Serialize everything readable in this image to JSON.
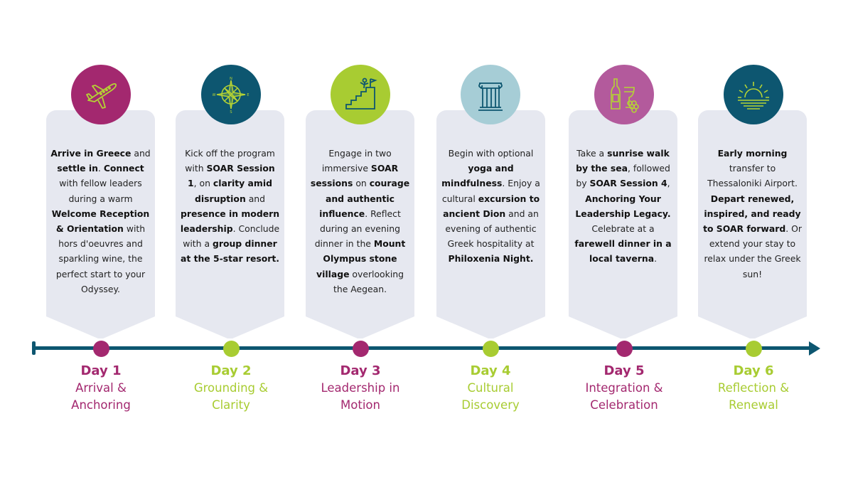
{
  "colors": {
    "magenta": "#a3286f",
    "lime": "#a8cc32",
    "teal": "#0d5670",
    "lightblue": "#a6cdd6",
    "mauve": "#b35a9c",
    "card": "#e6e8f0"
  },
  "days": [
    {
      "label": "Day 1",
      "sub1": "Arrival &",
      "sub2": "Anchoring",
      "icon": "airplane-icon",
      "text": [
        {
          "t": "Arrive in Greece",
          "b": true
        },
        {
          "t": " and ",
          "b": false
        },
        {
          "t": "settle in",
          "b": true
        },
        {
          "t": ". ",
          "b": false
        },
        {
          "t": "Connect",
          "b": true
        },
        {
          "t": " with fellow leaders during a warm ",
          "b": false
        },
        {
          "t": "Welcome Reception & Orientation",
          "b": true
        },
        {
          "t": " with hors d'oeuvres and sparkling wine, the perfect start to your Odyssey.",
          "b": false
        }
      ]
    },
    {
      "label": "Day 2",
      "sub1": "Grounding &",
      "sub2": "Clarity",
      "icon": "compass-icon",
      "compass": [
        "N",
        "E",
        "S",
        "W"
      ],
      "text": [
        {
          "t": "Kick off the program with ",
          "b": false
        },
        {
          "t": "SOAR Session 1",
          "b": true
        },
        {
          "t": ", on ",
          "b": false
        },
        {
          "t": "clarity amid disruption",
          "b": true
        },
        {
          "t": " and ",
          "b": false
        },
        {
          "t": "presence in modern leadership",
          "b": true
        },
        {
          "t": ". Conclude with a ",
          "b": false
        },
        {
          "t": "group dinner at the 5-star resort.",
          "b": true
        }
      ]
    },
    {
      "label": "Day 3",
      "sub1": "Leadership in",
      "sub2": "Motion",
      "icon": "stairs-flag-icon",
      "text": [
        {
          "t": "Engage in two immersive ",
          "b": false
        },
        {
          "t": "SOAR sessions",
          "b": true
        },
        {
          "t": " on ",
          "b": false
        },
        {
          "t": "courage and authentic influence",
          "b": true
        },
        {
          "t": ". Reflect during an evening dinner in the ",
          "b": false
        },
        {
          "t": "Mount Olympus stone village",
          "b": true
        },
        {
          "t": " overlooking the Aegean.",
          "b": false
        }
      ]
    },
    {
      "label": "Day 4",
      "sub1": "Cultural",
      "sub2": "Discovery",
      "icon": "greek-column-icon",
      "text": [
        {
          "t": "Begin with optional ",
          "b": false
        },
        {
          "t": "yoga and mindfulness",
          "b": true
        },
        {
          "t": ". Enjoy a cultural ",
          "b": false
        },
        {
          "t": "excursion to ancient Dion",
          "b": true
        },
        {
          "t": " and an evening of authentic Greek hospitality at ",
          "b": false
        },
        {
          "t": "Philoxenia Night.",
          "b": true
        }
      ]
    },
    {
      "label": "Day 5",
      "sub1": "Integration &",
      "sub2": "Celebration",
      "icon": "wine-grapes-icon",
      "text": [
        {
          "t": "Take a ",
          "b": false
        },
        {
          "t": "sunrise walk by the sea",
          "b": true
        },
        {
          "t": ", followed by ",
          "b": false
        },
        {
          "t": "SOAR Session 4",
          "b": true
        },
        {
          "t": ", ",
          "b": false
        },
        {
          "t": "Anchoring Your Leadership Legacy.",
          "b": true
        },
        {
          "t": " Celebrate at a ",
          "b": false
        },
        {
          "t": "farewell dinner in a local taverna",
          "b": true
        },
        {
          "t": ".",
          "b": false
        }
      ]
    },
    {
      "label": "Day 6",
      "sub1": "Reflection &",
      "sub2": "Renewal",
      "icon": "sunrise-icon",
      "text": [
        {
          "t": "Early morning",
          "b": true
        },
        {
          "t": " transfer to Thessaloniki Airport. ",
          "b": false
        },
        {
          "t": "Depart renewed, inspired, and ready to SOAR forward",
          "b": true
        },
        {
          "t": ". Or extend your stay to relax under the Greek sun!",
          "b": false
        }
      ]
    }
  ]
}
